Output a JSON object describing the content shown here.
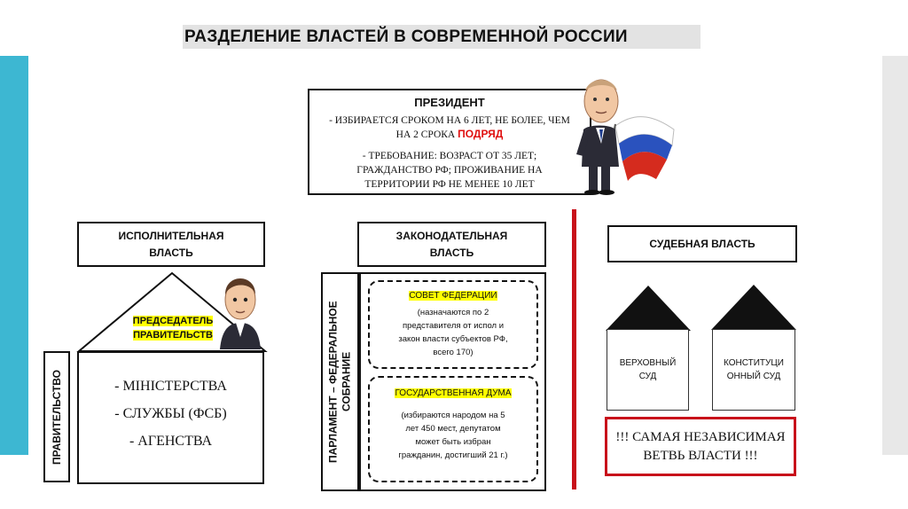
{
  "title": "РАЗДЕЛЕНИЕ ВЛАСТЕЙ В СОВРЕМЕННОЙ РОССИИ",
  "president": {
    "heading": "ПРЕЗИДЕНТ",
    "line1": "- ИЗБИРАЕТСЯ СРОКОМ НА 6 ЛЕТ, НЕ БОЛЕЕ, ЧЕМ",
    "line2_prefix": "НА 2 СРОКА ",
    "line2_emph": "ПОДРЯД",
    "line3": "- ТРЕБОВАНИЕ: ВОЗРАСТ ОТ 35 ЛЕТ;",
    "line4": "ГРАЖДАНСТВО РФ; ПРОЖИВАНИЕ НА",
    "line5": "ТЕРРИТОРИИ РФ НЕ МЕНЕЕ 10 ЛЕТ"
  },
  "executive": {
    "heading_line1": "ИСПОЛНИТЕЛЬНАЯ",
    "heading_line2": "ВЛАСТЬ",
    "roof_line1": "ПРЕДСЕДАТЕЛЬ",
    "roof_line2": "ПРАВИТЕЛЬСТВ",
    "side_label": "ПРАВИТЕЛЬСТВО",
    "items": [
      "- МІНІСТЕРСТВА",
      "- СЛУЖБЫ (ФСБ)",
      "- АГЕНСТВА"
    ]
  },
  "legislative": {
    "heading_line1": "ЗАКОНОДАТЕЛЬНАЯ",
    "heading_line2": "ВЛАСТЬ",
    "side_label_line1": "ПАРЛАМЕНТ – ФЕДЕРАЛЬНОЕ",
    "side_label_line2": "СОБРАНИЕ",
    "council": {
      "title": "СОВЕТ ФЕДЕРАЦИИ",
      "lines": [
        "(назначаются по 2",
        "представителя от испол и",
        "закон власти субъектов РФ,",
        "всего 170)"
      ]
    },
    "duma": {
      "title": "ГОСУДАРСТВЕННАЯ ДУМА",
      "lines": [
        "(избираются народом на 5",
        "лет 450 мест, депутатом",
        "может быть избран",
        "гражданин, достигший 21 г.)"
      ]
    }
  },
  "judicial": {
    "heading": "СУДЕБНАЯ ВЛАСТЬ",
    "court1_line1": "ВЕРХОВНЫЙ",
    "court1_line2": "СУД",
    "court2_line1": "КОНСТИТУЦИ",
    "court2_line2": "ОННЫЙ СУД",
    "note_line1": "!!! САМАЯ НЕЗАВИСИМАЯ",
    "note_line2": "ВЕТВЬ ВЛАСТИ !!!"
  },
  "colors": {
    "accent_left": "#3db7d2",
    "divider_red": "#c8101a",
    "highlight_yellow": "#ffff00"
  }
}
